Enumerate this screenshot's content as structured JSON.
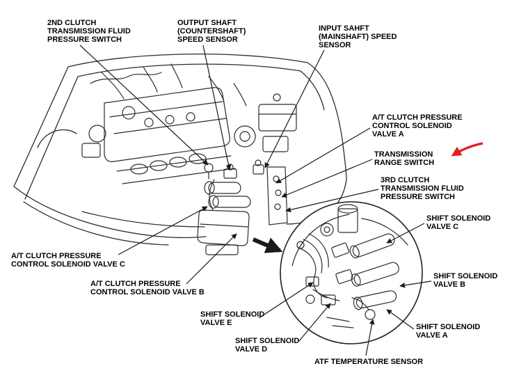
{
  "page": {
    "background": "#ffffff"
  },
  "colors": {
    "line": "#2b2b2b",
    "label_text": "#000000",
    "annotation_arrow": "#e0201c"
  },
  "labels": {
    "l1": {
      "text": "2ND CLUTCH\nTRANSMISSION FLUID\nPRESSURE SWITCH"
    },
    "l2": {
      "text": "OUTPUT SHAFT\n(COUNTERSHAFT)\nSPEED SENSOR"
    },
    "l3": {
      "text": "INPUT SAHFT\n(MAINSHAFT) SPEED\nSENSOR"
    },
    "l4": {
      "text": "A/T CLUTCH PRESSURE\nCONTROL SOLENOID\nVALVE A"
    },
    "l5": {
      "text": "TRANSMISSION\nRANGE SWITCH"
    },
    "l6": {
      "text": "3RD CLUTCH\nTRANSMISSION FLUID\nPRESSURE SWITCH"
    },
    "l7": {
      "text": "SHIFT SOLENOID\nVALVE C"
    },
    "l8": {
      "text": "SHIFT SOLENOID\nVALVE B"
    },
    "l9": {
      "text": "SHIFT SOLENOID\nVALVE A"
    },
    "l10": {
      "text": "A/T CLUTCH PRESSURE\nCONTROL SOLENOID VALVE C"
    },
    "l11": {
      "text": "A/T CLUTCH PRESSURE\nCONTROL SOLENOID VALVE B"
    },
    "l12": {
      "text": "SHIFT SOLENOID\nVALVE E"
    },
    "l13": {
      "text": "SHIFT SOLENOID\nVALVE D"
    },
    "l14": {
      "text": "ATF TEMPERATURE SENSOR"
    }
  }
}
